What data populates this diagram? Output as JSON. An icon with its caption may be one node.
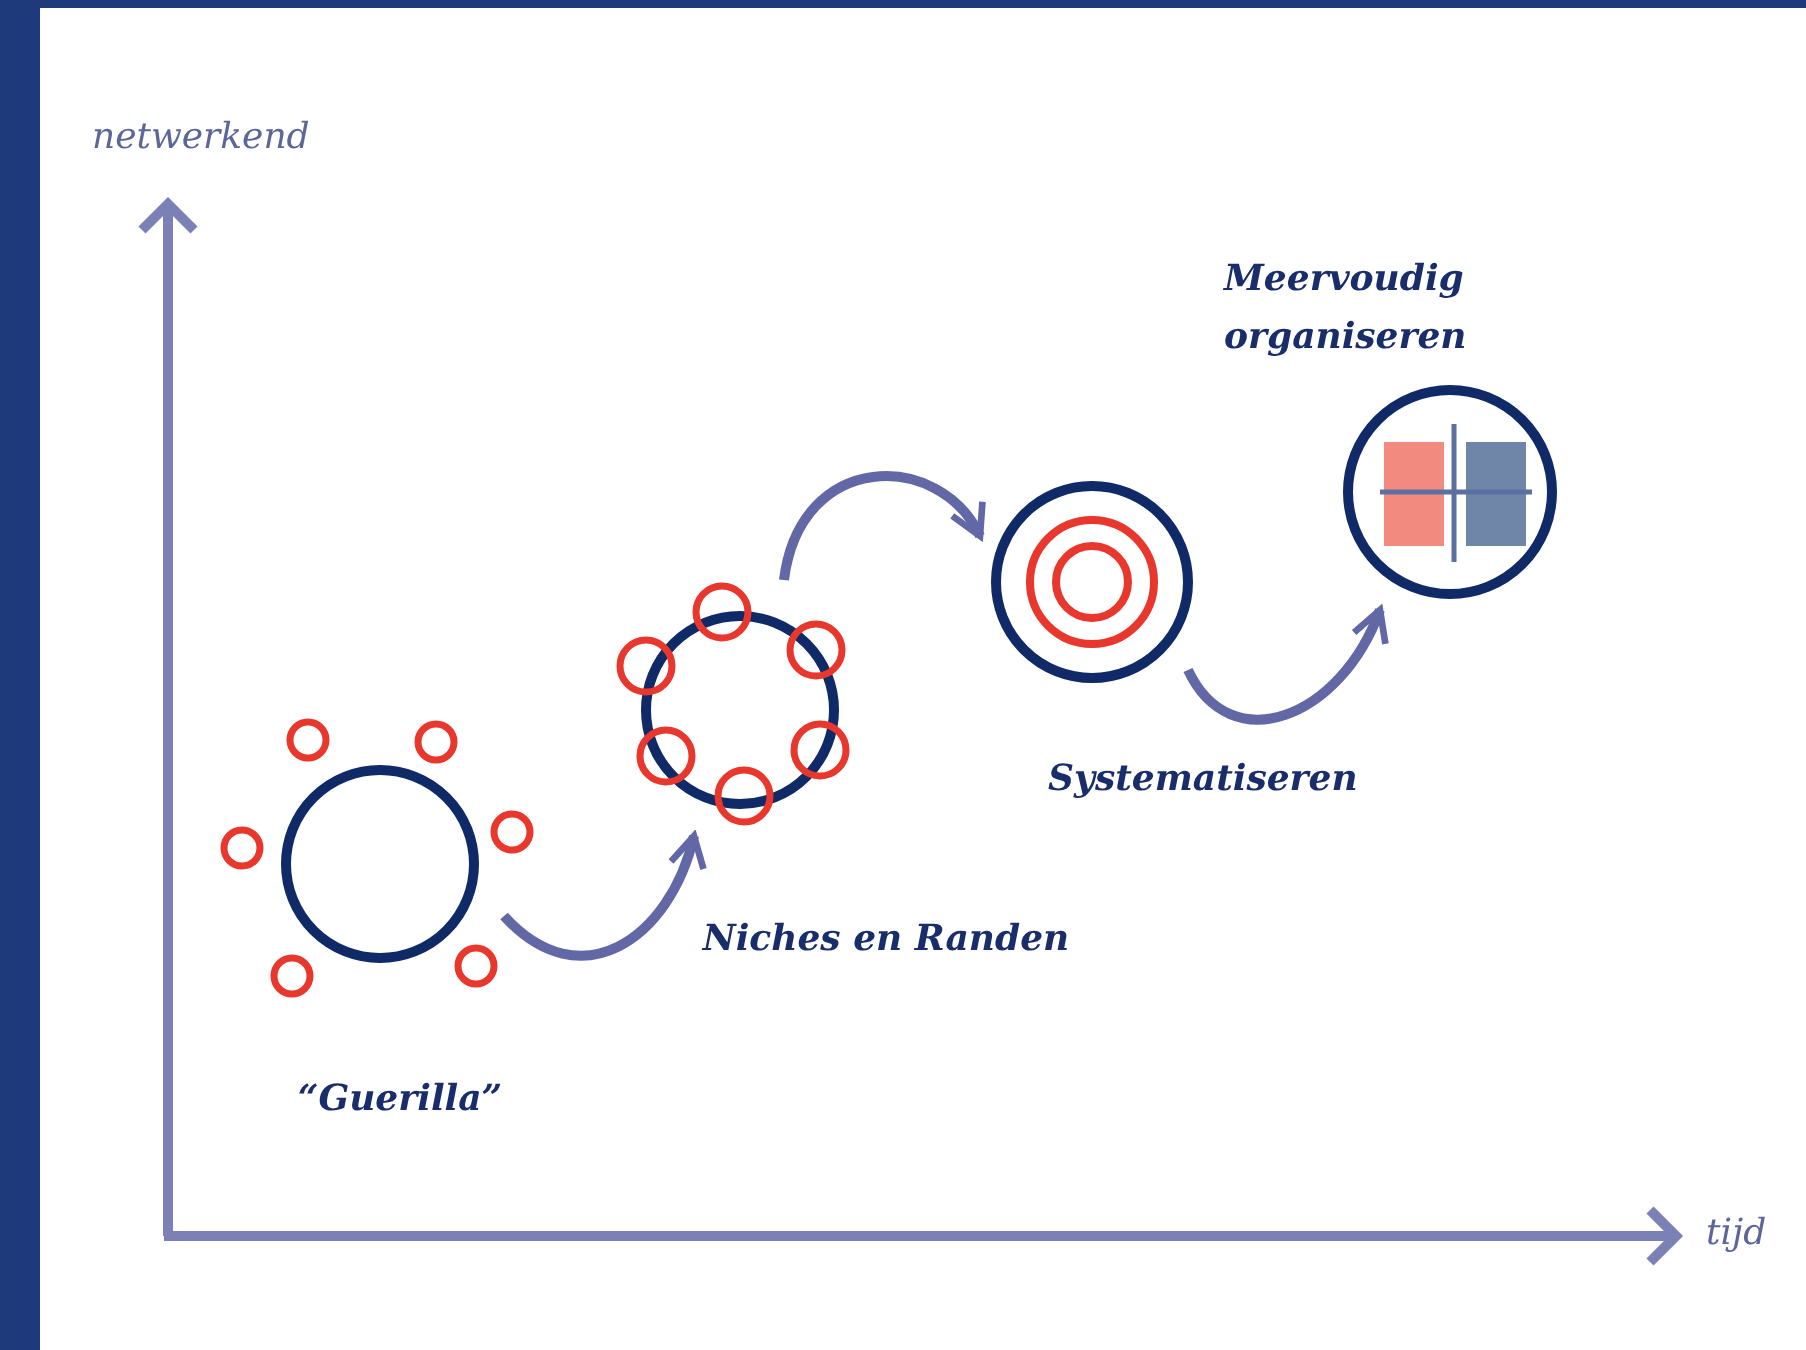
{
  "diagram": {
    "nodes": [
      {
        "text": [
          "“Guerilla”"
        ]
      },
      {
        "text": [
          "Niches en Randen"
        ]
      },
      {
        "text": [
          "Systematiseren"
        ]
      },
      {
        "text": [
          "Meervoudig organiseren"
        ]
      }
    ],
    "edges": [
      {
        "from": 0,
        "to": 1,
        "arrow": "to"
      },
      {
        "from": 1,
        "to": 2,
        "arrow": "to"
      },
      {
        "from": 2,
        "to": 3,
        "arrow": "to"
      }
    ],
    "labels": [
      "netwerkend",
      "tijd"
    ]
  }
}
